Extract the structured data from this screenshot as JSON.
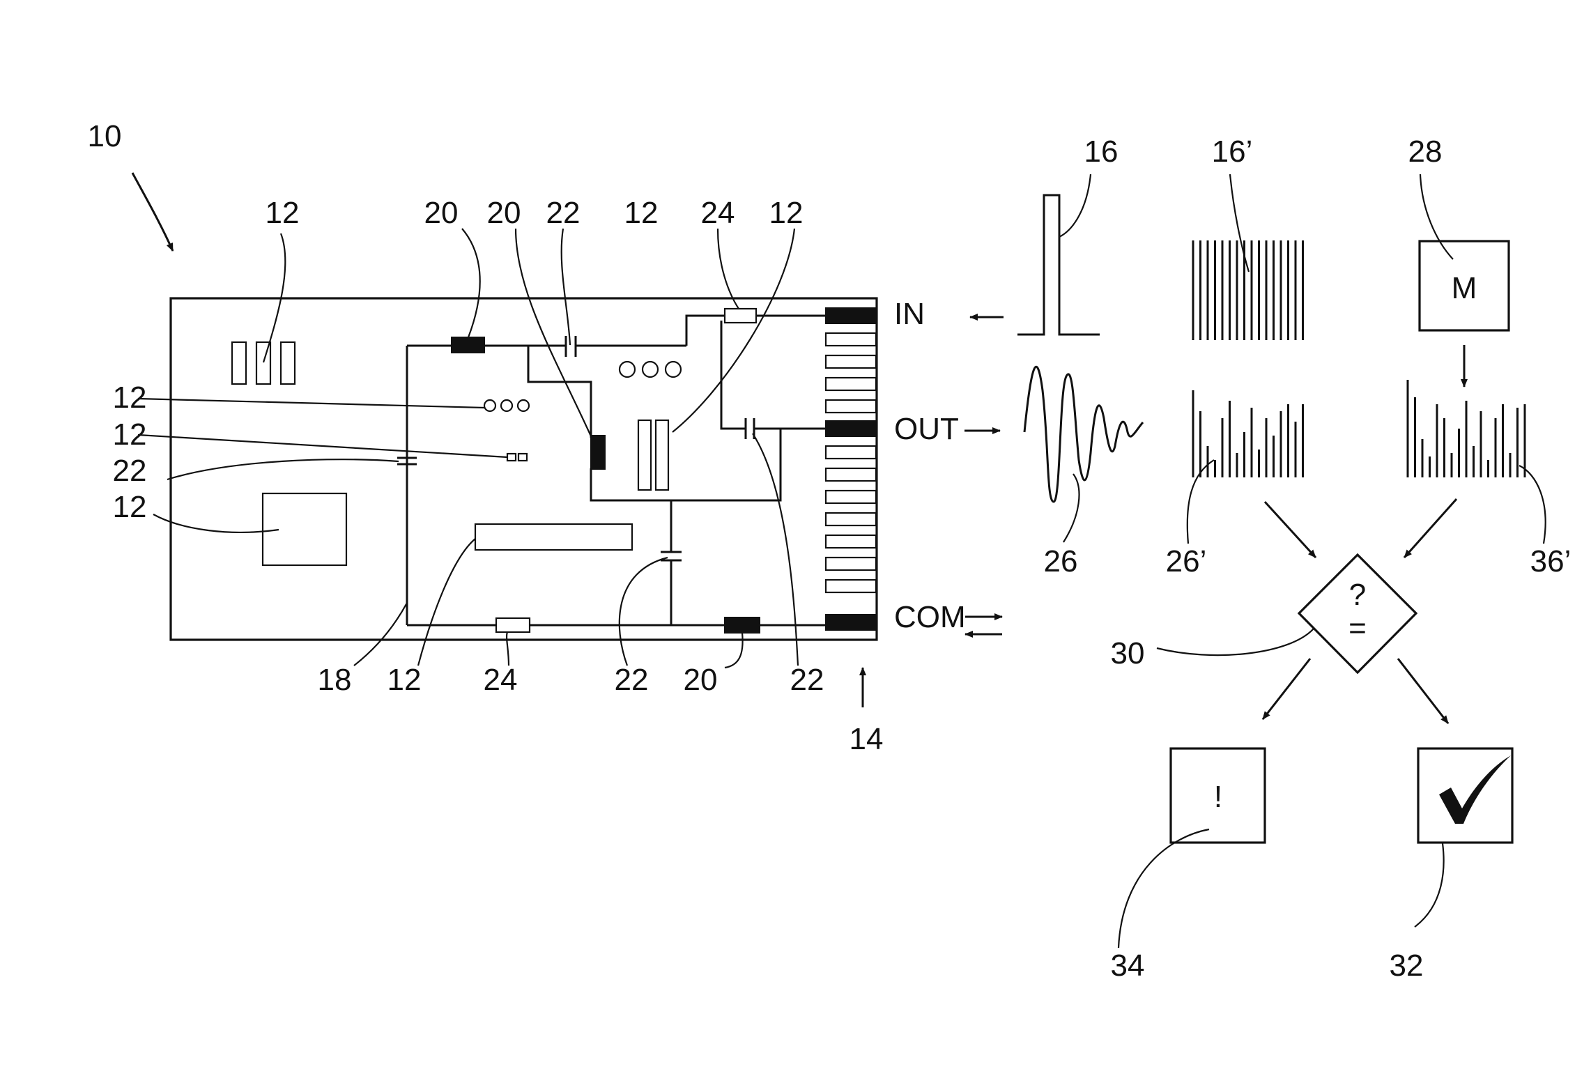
{
  "labels": {
    "device": "10",
    "component": "12",
    "connector": "14",
    "input_pulse": "16",
    "input_spectrum": "16’",
    "conductor": "18",
    "inductor": "20",
    "capacitor": "22",
    "resistor": "24",
    "response": "26",
    "response_spectrum": "26’",
    "model": "28",
    "compare": "30",
    "ok": "32",
    "error": "34",
    "model_spectrum": "36’"
  },
  "ports": {
    "in": "IN",
    "out": "OUT",
    "com": "COM"
  },
  "symbols": {
    "model_box": "M",
    "compare_q": "?",
    "compare_eq": "=",
    "error_box": "!",
    "ok_box": "✓"
  },
  "colors": {
    "ink": "#111111",
    "background": "#ffffff"
  }
}
